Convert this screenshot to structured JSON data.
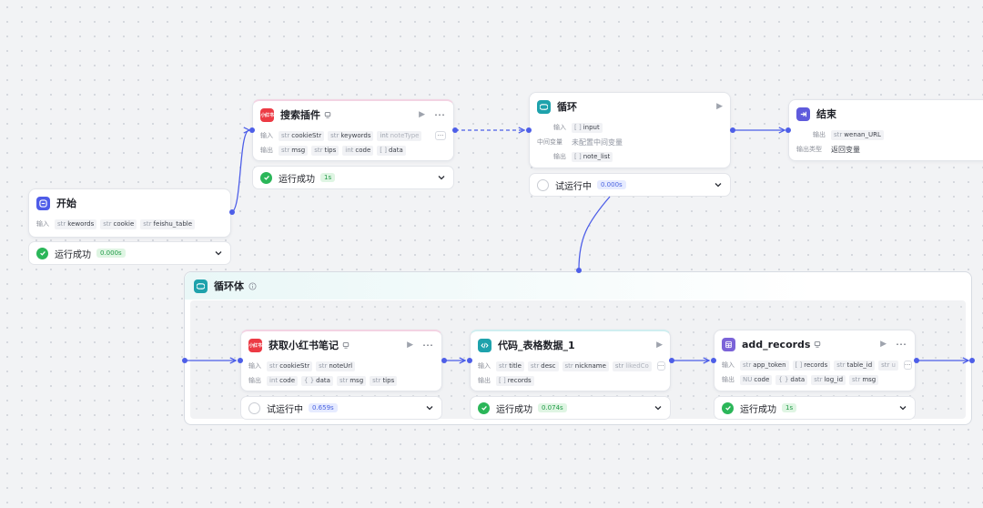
{
  "labels": {
    "input": "输入",
    "output": "输出",
    "mid_var": "中间变量",
    "output_type": "输出类型"
  },
  "nodes": {
    "start": {
      "title": "开始",
      "inputs": [
        {
          "type": "str",
          "name": "kewords"
        },
        {
          "type": "str",
          "name": "cookie"
        },
        {
          "type": "str",
          "name": "feishu_table"
        }
      ],
      "status": "运行成功",
      "time": "0.000s"
    },
    "search": {
      "title": "搜索插件",
      "icon_text": "小红书",
      "inputs": [
        {
          "type": "str",
          "name": "cookieStr"
        },
        {
          "type": "str",
          "name": "keywords"
        },
        {
          "type": "int",
          "name": "noteType"
        }
      ],
      "outputs": [
        {
          "type": "str",
          "name": "msg"
        },
        {
          "type": "str",
          "name": "tips"
        },
        {
          "type": "int",
          "name": "code"
        },
        {
          "type": "[ ]",
          "name": "data"
        }
      ],
      "more": "···",
      "status": "运行成功",
      "time": "1s"
    },
    "loop": {
      "title": "循环",
      "input": {
        "type": "[ ]",
        "name": "input"
      },
      "mid_var_value": "未配置中间变量",
      "output": {
        "type": "[ ]",
        "name": "note_list"
      },
      "status": "试运行中",
      "time": "0.000s"
    },
    "end": {
      "title": "结束",
      "output": {
        "type": "str",
        "name": "wenan_URL"
      },
      "output_type_value": "返回变量"
    },
    "loop_body": {
      "title": "循环体"
    },
    "fetch": {
      "title": "获取小红书笔记",
      "icon_text": "小红书",
      "inputs": [
        {
          "type": "str",
          "name": "cookieStr"
        },
        {
          "type": "str",
          "name": "noteUrl"
        }
      ],
      "outputs": [
        {
          "type": "int",
          "name": "code"
        },
        {
          "type": "{ }",
          "name": "data"
        },
        {
          "type": "str",
          "name": "msg"
        },
        {
          "type": "str",
          "name": "tips"
        }
      ],
      "status": "试运行中",
      "time": "0.659s"
    },
    "code": {
      "title": "代码_表格数据_1",
      "inputs": [
        {
          "type": "str",
          "name": "title"
        },
        {
          "type": "str",
          "name": "desc"
        },
        {
          "type": "str",
          "name": "nickname"
        },
        {
          "type": "str",
          "name": "likedCo"
        }
      ],
      "outputs": [
        {
          "type": "[ ]",
          "name": "records"
        }
      ],
      "more": "···",
      "status": "运行成功",
      "time": "0.074s"
    },
    "records": {
      "title": "add_records",
      "inputs": [
        {
          "type": "str",
          "name": "app_token"
        },
        {
          "type": "[ ]",
          "name": "records"
        },
        {
          "type": "str",
          "name": "table_id"
        },
        {
          "type": "str",
          "name": "u"
        }
      ],
      "outputs": [
        {
          "type": "NU",
          "name": "code"
        },
        {
          "type": "{ }",
          "name": "data"
        },
        {
          "type": "str",
          "name": "log_id"
        },
        {
          "type": "str",
          "name": "msg"
        }
      ],
      "more": "···",
      "status": "运行成功",
      "time": "1s"
    }
  },
  "colors": {
    "accent": "#4d5ee8",
    "success": "#2bb659",
    "edge": "#4d5ee8"
  }
}
